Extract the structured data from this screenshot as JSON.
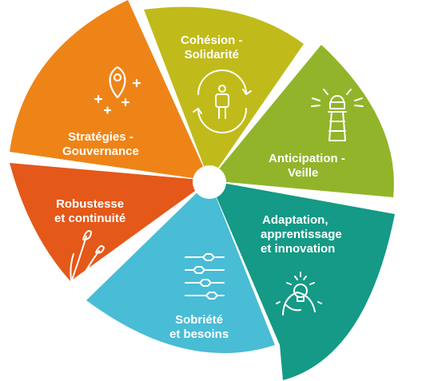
{
  "colors": {
    "strategies": "#EE8418",
    "cohesion": "#C0BB1A",
    "anticipation": "#92B42A",
    "adaptation": "#149A86",
    "sobriete": "#49BCD6",
    "robustesse": "#E4581A",
    "hub": "#ffffff"
  },
  "segments": [
    {
      "key": "cohesion",
      "icon": "person-cycle-icon",
      "lines": [
        "Cohésion -",
        "Solidarité"
      ]
    },
    {
      "key": "anticipation",
      "icon": "lighthouse-icon",
      "lines": [
        "Anticipation -",
        "Veille"
      ]
    },
    {
      "key": "adaptation",
      "icon": "lightbulb-head-icon",
      "lines": [
        "Adaptation,",
        "apprentissage",
        "et innovation"
      ]
    },
    {
      "key": "sobriete",
      "icon": "sliders-icon",
      "lines": [
        "Sobriété",
        "et besoins"
      ]
    },
    {
      "key": "robustesse",
      "icon": "reeds-icon",
      "lines": [
        "Robustesse",
        "et continuité"
      ]
    },
    {
      "key": "strategies",
      "icon": "map-pin-sparkles-icon",
      "lines": [
        "Stratégies -",
        "Gouvernance"
      ]
    }
  ]
}
